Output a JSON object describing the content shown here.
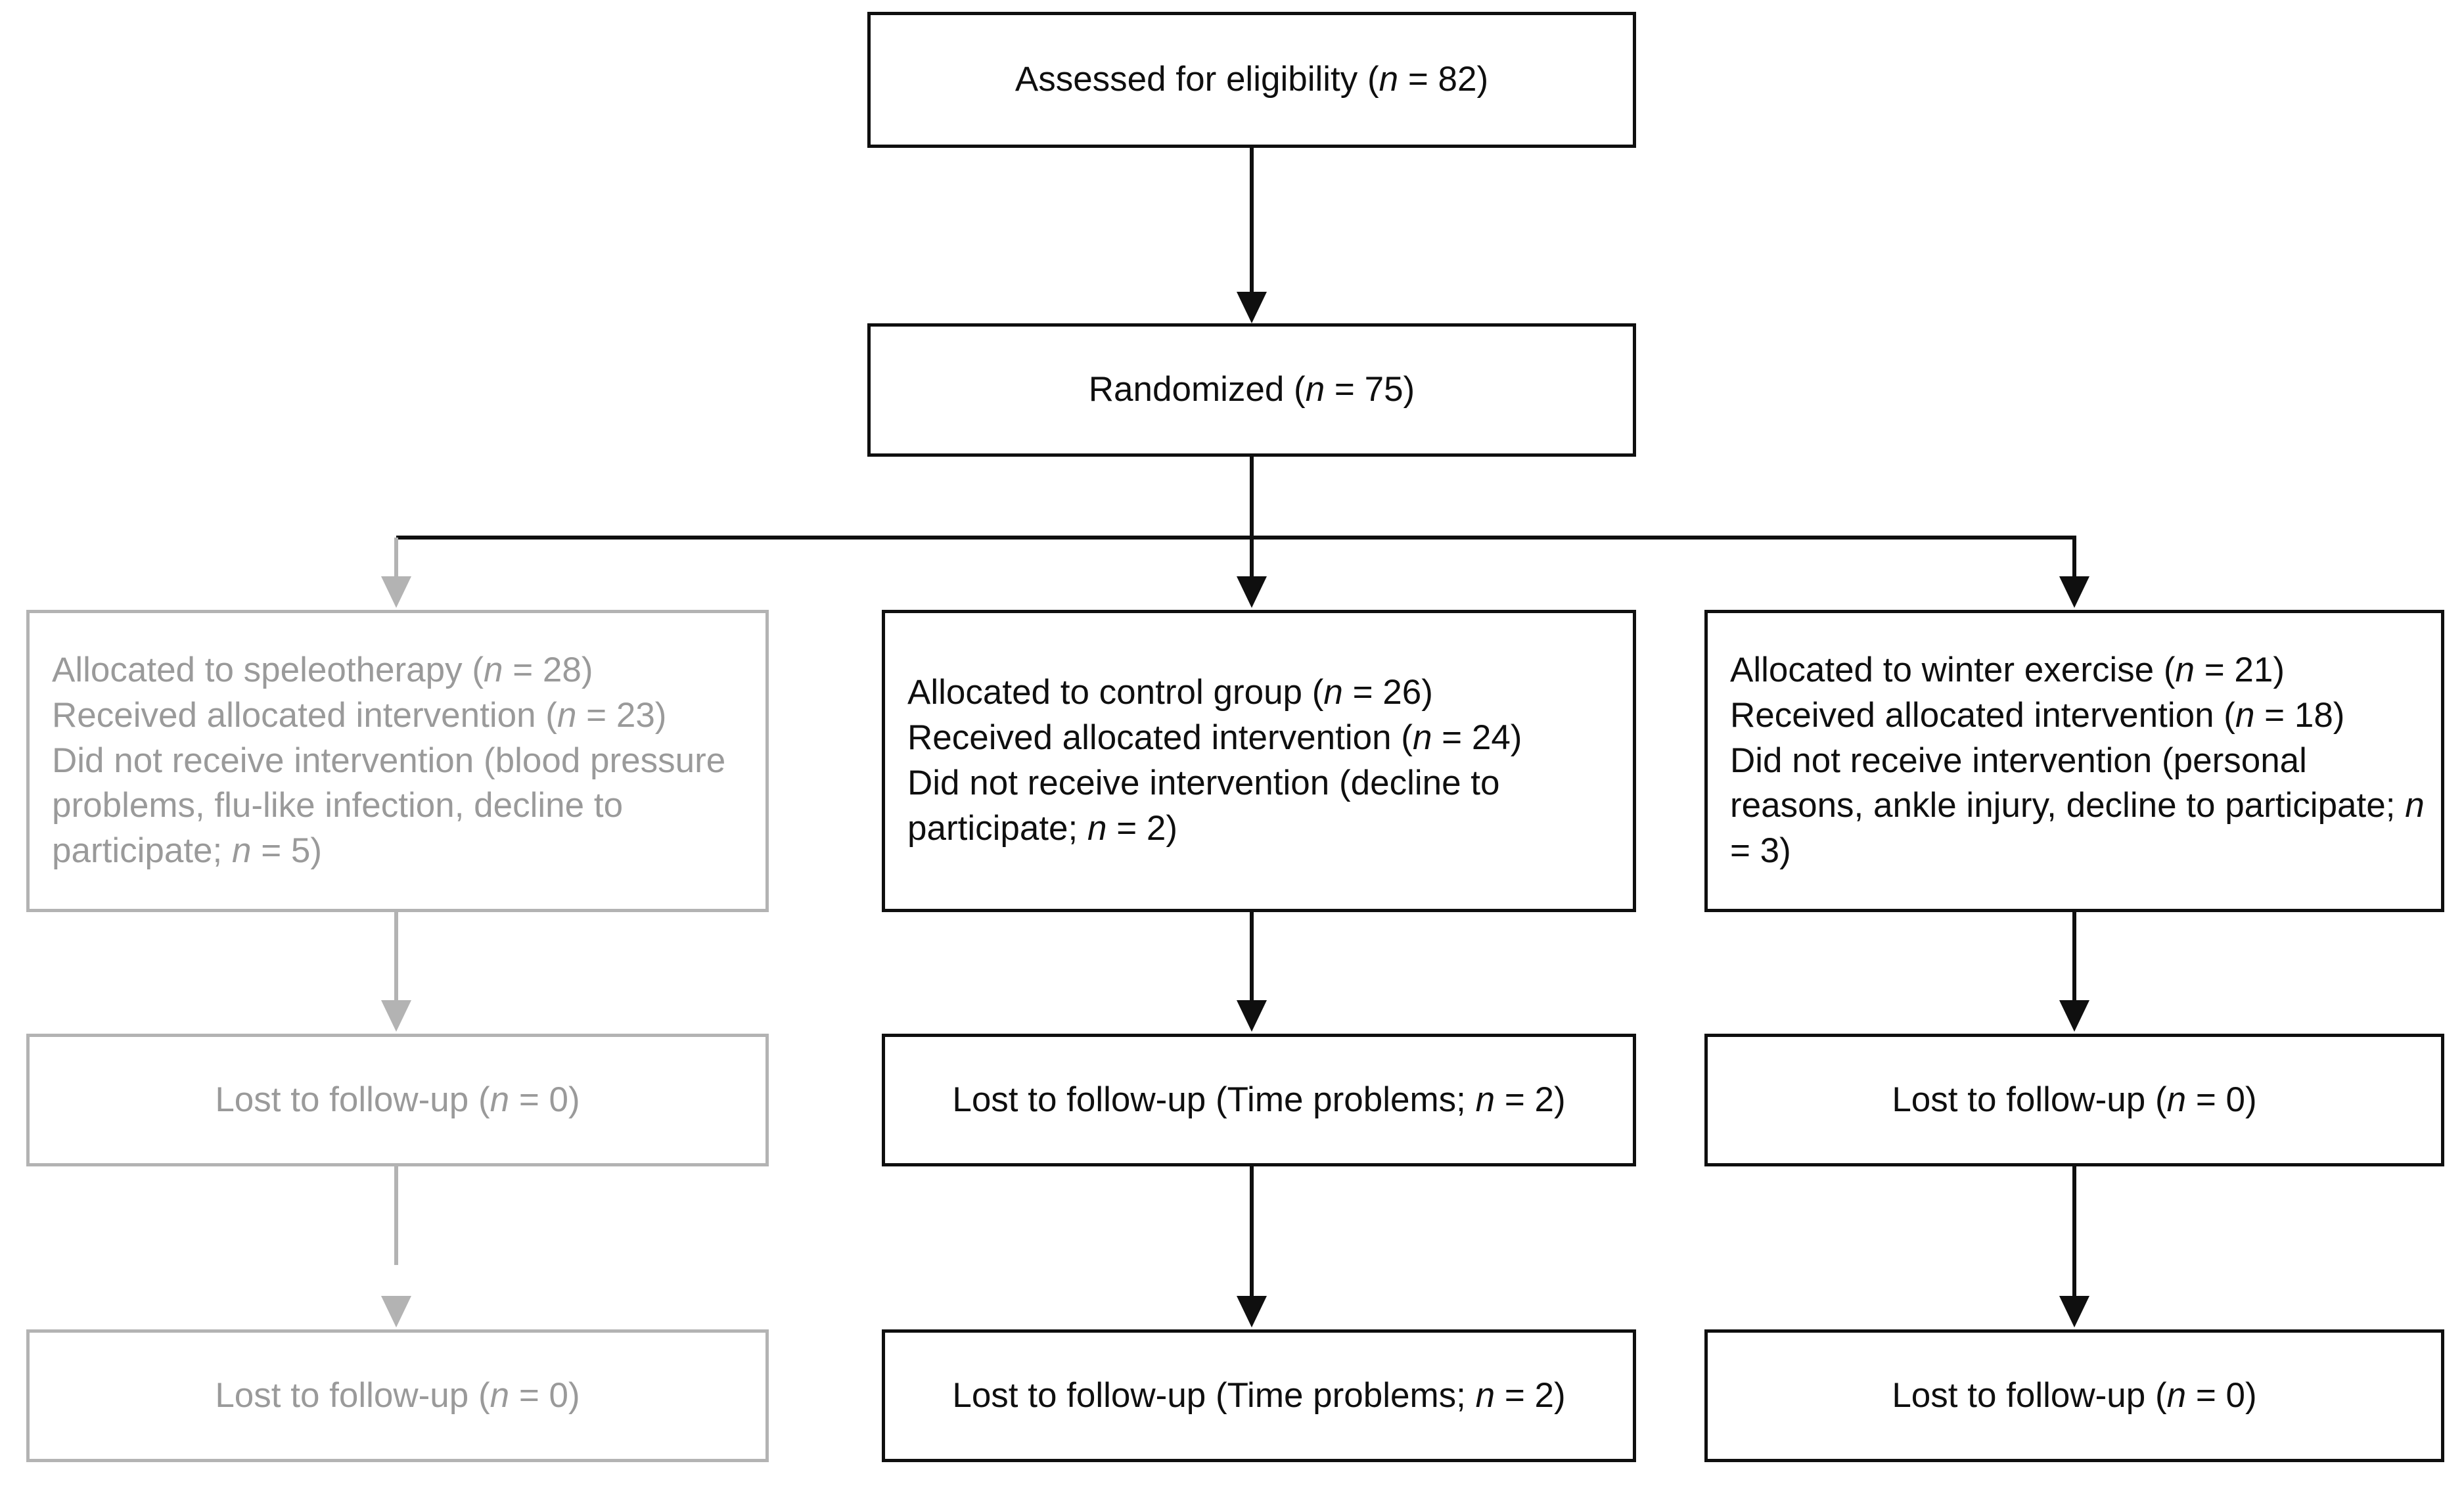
{
  "diagram": {
    "type": "CONSORT participant flow diagram",
    "accent_dark": "#0f0f0f",
    "accent_faded": "#b3b3b3"
  },
  "enrollment": {
    "assessed": "Assessed for eligibility (n = 82)",
    "randomized": "Randomized (n = 75)"
  },
  "arms": [
    {
      "id": "speleotherapy",
      "style": "faded",
      "allocation": [
        "Allocated to speleotherapy (n = 28)",
        "Received allocated intervention (n = 23)",
        "Did not receive intervention (blood pressure problems, flu-like infection, decline to participate;  n = 5)"
      ],
      "followup_1": "Lost to follow-up (n = 0)",
      "followup_2": "Lost to follow-up (n = 0)"
    },
    {
      "id": "control",
      "style": "dark",
      "allocation": [
        "Allocated to control group (n = 26)",
        "Received allocated intervention (n = 24)",
        "Did not receive intervention (decline to participate;  n = 2)"
      ],
      "followup_1": "Lost to follow-up (Time problems; n = 2)",
      "followup_2": "Lost to follow-up (Time problems; n = 2)"
    },
    {
      "id": "winter-exercise",
      "style": "dark",
      "allocation": [
        "Allocated to winter exercise (n = 21)",
        "Received allocated intervention (n = 18)",
        "Did not receive intervention (personal reasons, ankle injury, decline to participate;  n = 3)"
      ],
      "followup_1": "Lost to follow-up (n = 0)",
      "followup_2": "Lost to follow-up (n = 0)"
    }
  ]
}
